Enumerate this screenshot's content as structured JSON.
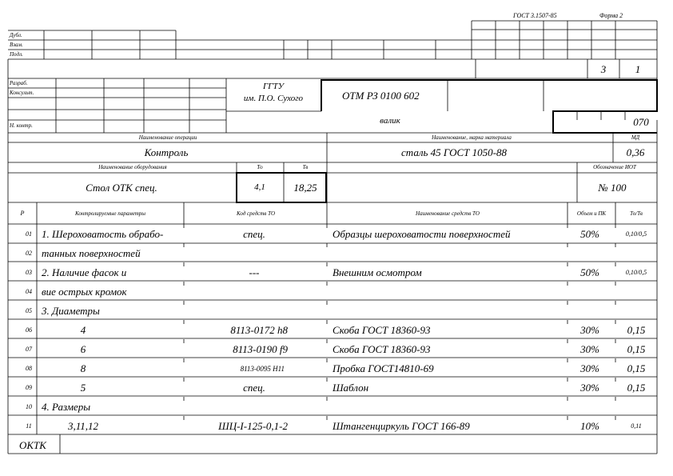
{
  "header": {
    "gost": "ГОСТ 3.1507-85",
    "form": "Форма 2",
    "dubl": "Дубл.",
    "vzam": "Взам.",
    "podl": "Подл.",
    "sheet": "3",
    "sheets": "1"
  },
  "stamp": {
    "razrab": "Разраб.",
    "konsult": "Консульт.",
    "n_kontr": "Н. контр.",
    "org_line1": "ГГТУ",
    "org_line2": "им. П.О. Сухого",
    "doc_code": "ОТМ РЗ 0100 602",
    "part_name": "валик",
    "op_number": "070"
  },
  "operation": {
    "name_label": "Наименование операции",
    "name": "Контроль",
    "material_label": "Наименование, марка материала",
    "material": "сталь 45 ГОСТ 1050-88",
    "md_label": "МД",
    "md": "0,36",
    "equipment_label": "Наименование оборудования",
    "to_label": "То",
    "tv_label": "Тв",
    "iot_label": "Обозначение ИОТ",
    "equipment": "Стол ОТК спец.",
    "to": "4,1",
    "tv": "18,25",
    "iot": "№ 100"
  },
  "table": {
    "headers": {
      "p": "Р",
      "params": "Контролируемые параметры",
      "code": "Код средств ТО",
      "means": "Наименование средств ТО",
      "volume": "Объем и ПК",
      "tots": "То/Тв"
    },
    "rows": [
      {
        "n": "01",
        "param": "1. Шероховатость обрабо-",
        "code": "спец.",
        "means": "Образцы шероховатости поверхностей",
        "vol": "50%",
        "t": "0,10/0,5"
      },
      {
        "n": "02",
        "param": "танных поверхностей",
        "code": "",
        "means": "",
        "vol": "",
        "t": ""
      },
      {
        "n": "03",
        "param": "2. Наличие фасок и",
        "code": "---",
        "means": "Внешним осмотром",
        "vol": "50%",
        "t": "0,10/0,5"
      },
      {
        "n": "04",
        "param": "вие острых кромок",
        "code": "",
        "means": "",
        "vol": "",
        "t": ""
      },
      {
        "n": "05",
        "param": "3. Диаметры",
        "code": "",
        "means": "",
        "vol": "",
        "t": ""
      },
      {
        "n": "06",
        "param": "4",
        "code": "8113-0172 h8",
        "means": "Скоба ГОСТ 18360-93",
        "vol": "30%",
        "t": "0,15"
      },
      {
        "n": "07",
        "param": "6",
        "code": "8113-0190 f9",
        "means": "Скоба ГОСТ 18360-93",
        "vol": "30%",
        "t": "0,15"
      },
      {
        "n": "08",
        "param": "8",
        "code": "8113-0095 H11",
        "means": "Пробка ГОСТ14810-69",
        "vol": "30%",
        "t": "0,15"
      },
      {
        "n": "09",
        "param": "5",
        "code": "спец.",
        "means": "Шаблон",
        "vol": "30%",
        "t": "0,15"
      },
      {
        "n": "10",
        "param": "4. Размеры",
        "code": "",
        "means": "",
        "vol": "",
        "t": ""
      },
      {
        "n": "11",
        "param": "3,11,12",
        "code": "ШЦ-I-125-0,1-2",
        "means": "Штангенциркуль ГОСТ 166-89",
        "vol": "10%",
        "t": "0,11"
      }
    ]
  },
  "footer": {
    "otk": "ОКТК"
  }
}
